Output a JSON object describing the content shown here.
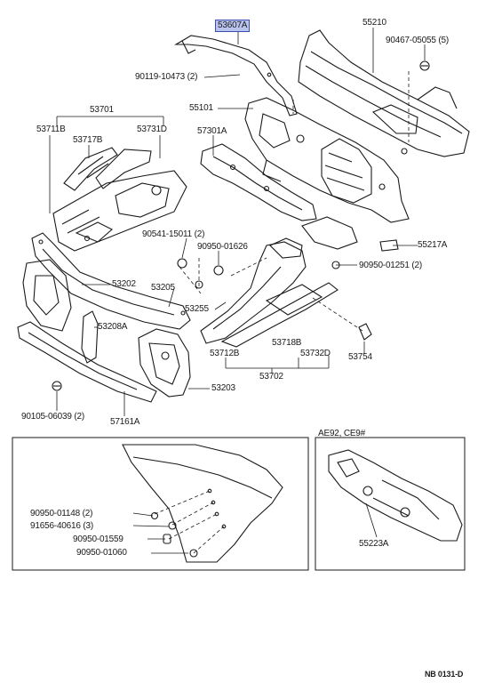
{
  "labels": {
    "p53607A": "53607A",
    "p55210": "55210",
    "p90467": "90467-05055 (5)",
    "p90119": "90119-10473 (2)",
    "p53701": "53701",
    "p55101": "55101",
    "p53711B": "53711B",
    "p53731D": "53731D",
    "p53717B": "53717B",
    "p57301A": "57301A",
    "p90541": "90541-15011 (2)",
    "p90950_01626": "90950-01626",
    "p55217A": "55217A",
    "p90950_01251": "90950-01251 (2)",
    "p53202": "53202",
    "p53205": "53205",
    "p53255": "53255",
    "p53208A": "53208A",
    "p53718B": "53718B",
    "p53712B": "53712B",
    "p53732D": "53732D",
    "p53754": "53754",
    "p53702": "53702",
    "p53203": "53203",
    "p90105": "90105-06039 (2)",
    "p57161A": "57161A",
    "inset_title": "AE92, CE9#",
    "p90950_01148": "90950-01148 (2)",
    "p91656": "91656-40616 (3)",
    "p90950_01559": "90950-01559",
    "p90950_01060": "90950-01060",
    "p55223A": "55223A",
    "footer": "NB 0131-D"
  },
  "colors": {
    "line": "#1a1a1a",
    "highlight_bg": "#b9c4ee",
    "highlight_border": "#3b4fb0"
  }
}
